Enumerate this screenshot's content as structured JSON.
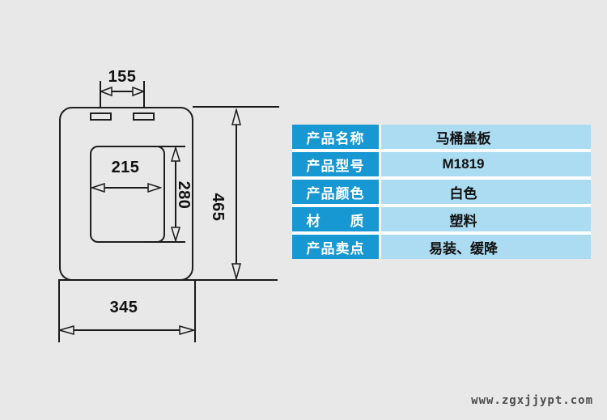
{
  "page": {
    "background_color": "#e8e8e8",
    "watermark": "www.zgxjjypt.com"
  },
  "diagram": {
    "line_color": "#1a1a1a",
    "dimensions": {
      "hinge_spacing": "155",
      "inner_width": "215",
      "inner_height": "280",
      "overall_height": "465",
      "overall_width": "345"
    }
  },
  "spec_table": {
    "label_bg": "#1798d2",
    "value_bg": "#abdcf2",
    "rows": [
      {
        "label": "产品名称",
        "value": "马桶盖板"
      },
      {
        "label": "产品型号",
        "value": "M1819"
      },
      {
        "label": "产品颜色",
        "value": "白色"
      },
      {
        "label": "材　　质",
        "value": "塑料"
      },
      {
        "label": "产品卖点",
        "value": "易装、缓降"
      }
    ]
  }
}
